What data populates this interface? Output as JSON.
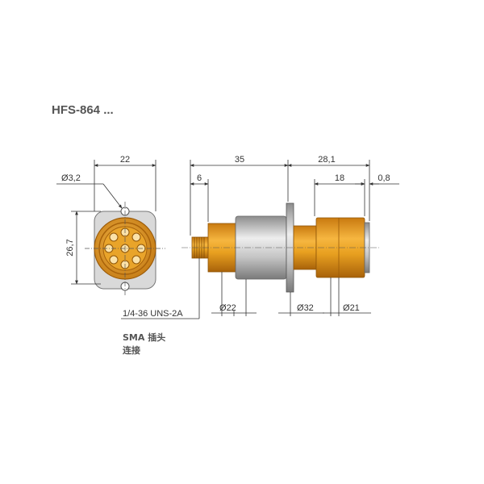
{
  "title": "HFS-864 ...",
  "dimensions": {
    "front_width": "22",
    "hole_dia": "3,2",
    "front_height": "26,7",
    "sma_len": "6",
    "body_len": "35",
    "flange_to_end": "28,1",
    "rear_len": "18",
    "end_len": "0,8",
    "dia_front": "22",
    "dia_flange": "32",
    "dia_rear": "21",
    "thread": "1/4-36 UNS-2A",
    "diameter_symbol": "Ø"
  },
  "notes": {
    "line1": "SMA 插头",
    "line2": "连接"
  },
  "colors": {
    "gold": "#e8a020",
    "gold_dark": "#b57212",
    "silver": "#c8c8c8",
    "silver_dark": "#8a8a8a",
    "line": "#333333"
  }
}
